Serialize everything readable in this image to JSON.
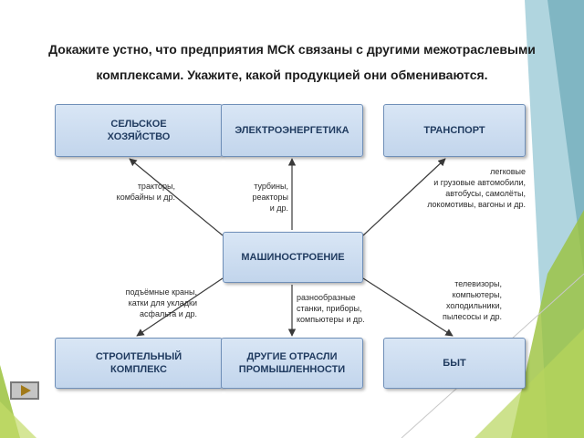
{
  "title": {
    "line1": "Докажите устно, что предприятия МСК связаны с другими межотраслевыми",
    "line2": "комплексами. Укажите, какой продукцией они обмениваются."
  },
  "nodes": {
    "agri": "СЕЛЬСКОЕ\nХОЗЯЙСТВО",
    "energy": "ЭЛЕКТРОЭНЕРГЕТИКА",
    "transport": "ТРАНСПОРТ",
    "machine": "МАШИНОСТРОЕНИЕ",
    "construction": "СТРОИТЕЛЬНЫЙ\nКОМПЛЕКС",
    "industry": "ДРУГИЕ ОТРАСЛИ\nПРОМЫШЛЕННОСТИ",
    "home": "БЫТ"
  },
  "labels": {
    "agri": "тракторы,\nкомбайны и др.",
    "energy": "турбины,\nреакторы\nи др.",
    "transport": "легковые\nи грузовые автомобили,\nавтобусы, самолёты,\nлокомотивы, вагоны и др.",
    "construction": "подъёмные краны,\nкатки для укладки\nасфальта и др.",
    "industry": "разнообразные\nстанки, приборы,\nкомпьютеры и др.",
    "home": "телевизоры,\nкомпьютеры,\nхолодильники,\nпылесосы и др."
  },
  "colors": {
    "box_fill": "#c9daef",
    "box_border": "#6f8fb8",
    "box_text": "#1f3a5f",
    "deco_green": "#9bc23c",
    "deco_teal": "#6fb3c4"
  },
  "icons": {
    "nav": "play-icon"
  }
}
